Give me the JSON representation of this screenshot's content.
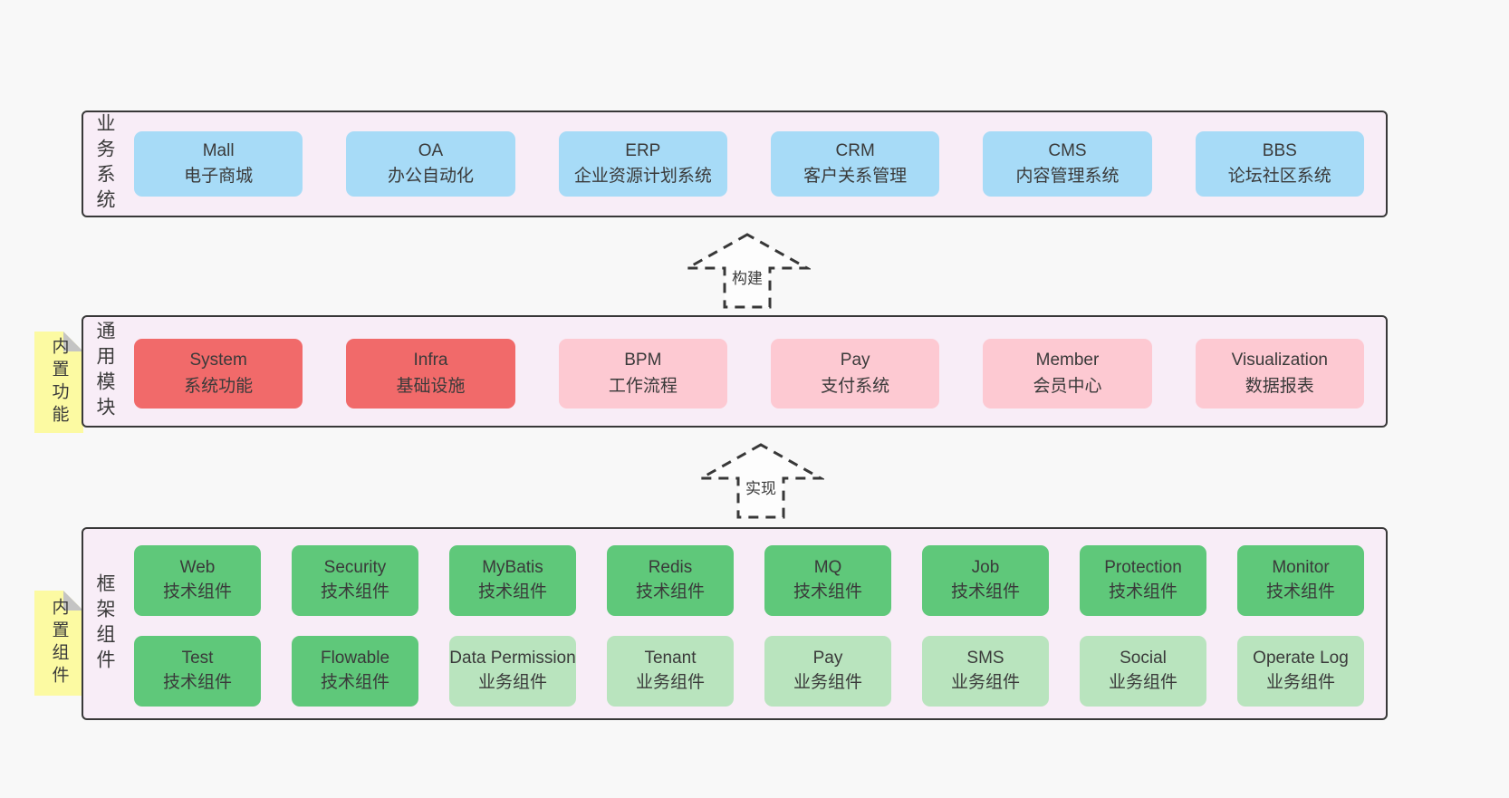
{
  "colors": {
    "page_bg": "#f8f8f8",
    "container_bg": "#f8edf7",
    "container_border": "#383838",
    "text": "#3a3a3a",
    "blue": "#a7dbf7",
    "red": "#f16a6a",
    "pink": "#fdc9d2",
    "green_dark": "#5fc87a",
    "green_light": "#b9e4be",
    "sticky": "#fcfaa2",
    "sticky_fold": "#c4c4c4"
  },
  "arrows": {
    "build_label": "构建",
    "implement_label": "实现"
  },
  "sections": {
    "business": {
      "label": "业务系统",
      "boxes": [
        {
          "name": "Mall",
          "desc": "电子商城"
        },
        {
          "name": "OA",
          "desc": "办公自动化"
        },
        {
          "name": "ERP",
          "desc": "企业资源计划系统"
        },
        {
          "name": "CRM",
          "desc": "客户关系管理"
        },
        {
          "name": "CMS",
          "desc": "内容管理系统"
        },
        {
          "name": "BBS",
          "desc": "论坛社区系统"
        }
      ]
    },
    "modules": {
      "sticky_label": "内置功能",
      "label": "通用模块",
      "boxes": [
        {
          "name": "System",
          "desc": "系统功能"
        },
        {
          "name": "Infra",
          "desc": "基础设施"
        },
        {
          "name": "BPM",
          "desc": "工作流程"
        },
        {
          "name": "Pay",
          "desc": "支付系统"
        },
        {
          "name": "Member",
          "desc": "会员中心"
        },
        {
          "name": "Visualization",
          "desc": "数据报表"
        }
      ]
    },
    "components": {
      "sticky_label": "内置组件",
      "label": "框架组件",
      "row1": [
        {
          "name": "Web",
          "desc": "技术组件"
        },
        {
          "name": "Security",
          "desc": "技术组件"
        },
        {
          "name": "MyBatis",
          "desc": "技术组件"
        },
        {
          "name": "Redis",
          "desc": "技术组件"
        },
        {
          "name": "MQ",
          "desc": "技术组件"
        },
        {
          "name": "Job",
          "desc": "技术组件"
        },
        {
          "name": "Protection",
          "desc": "技术组件"
        },
        {
          "name": "Monitor",
          "desc": "技术组件"
        }
      ],
      "row2": [
        {
          "name": "Test",
          "desc": "技术组件"
        },
        {
          "name": "Flowable",
          "desc": "技术组件"
        },
        {
          "name": "Data Permission",
          "desc": "业务组件"
        },
        {
          "name": "Tenant",
          "desc": "业务组件"
        },
        {
          "name": "Pay",
          "desc": "业务组件"
        },
        {
          "name": "SMS",
          "desc": "业务组件"
        },
        {
          "name": "Social",
          "desc": "业务组件"
        },
        {
          "name": "Operate Log",
          "desc": "业务组件"
        }
      ]
    }
  }
}
